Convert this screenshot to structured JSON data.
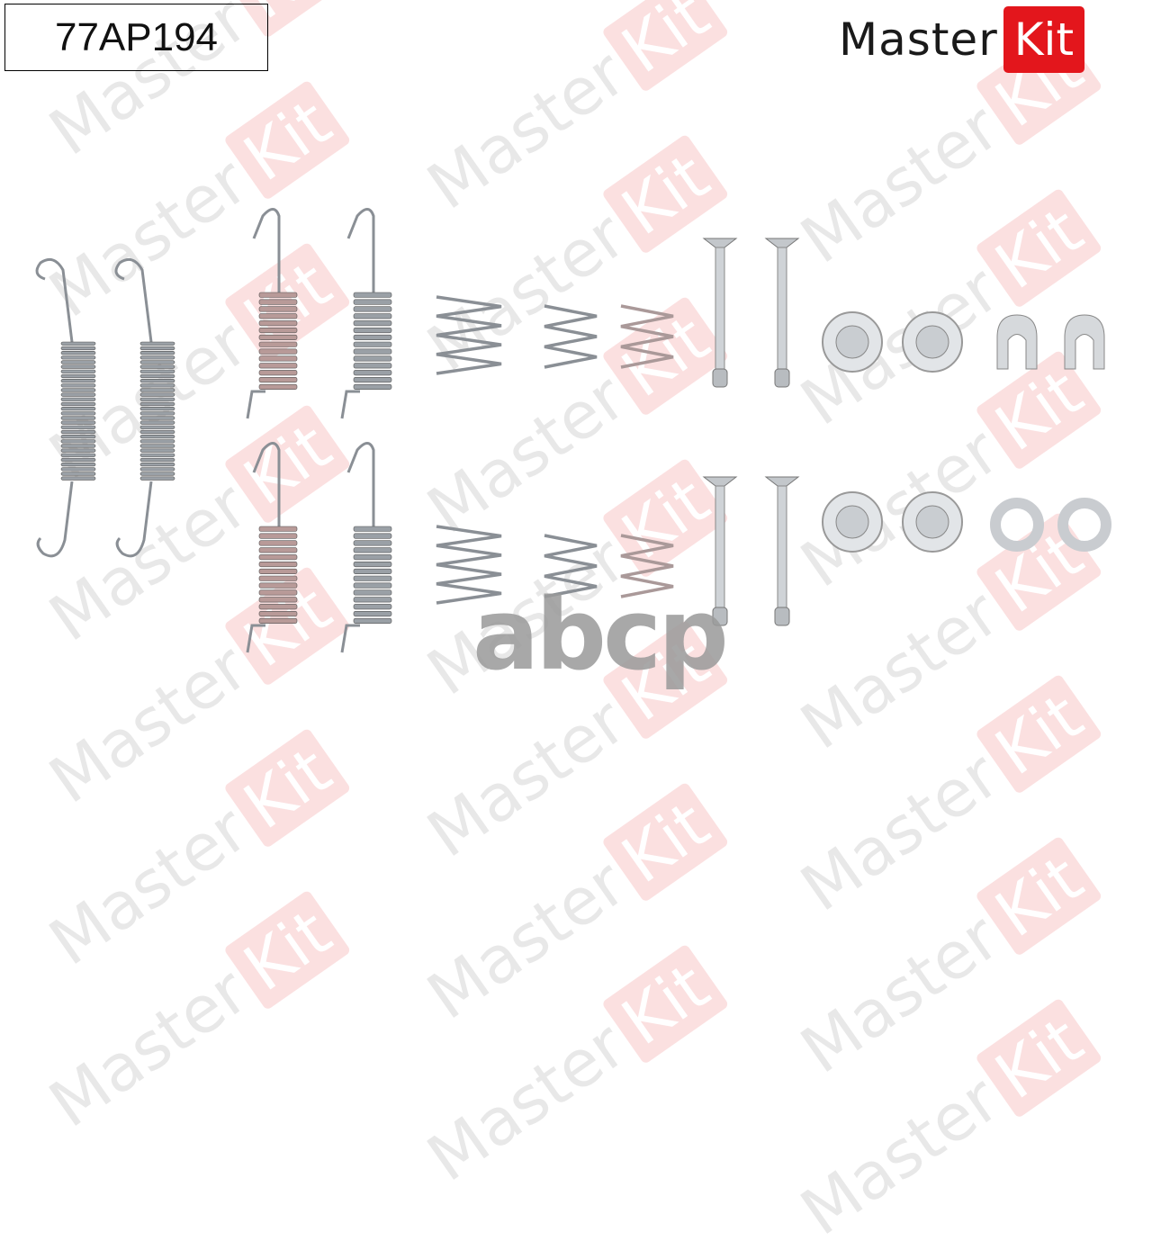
{
  "product": {
    "part_number": "77AP194"
  },
  "logo": {
    "master": "Master",
    "kit": "Kit",
    "brand_color": "#e3161c"
  },
  "watermark": {
    "master": "Master",
    "kit": "Kit"
  },
  "overlay": {
    "text": "abcp"
  },
  "parts": {
    "long_springs": 2,
    "hooked_springs": 4,
    "conical_springs": 2,
    "small_springs": 4,
    "pins": 4,
    "cup_washers": 4,
    "u_clips": 2,
    "ring_washers": 2
  }
}
